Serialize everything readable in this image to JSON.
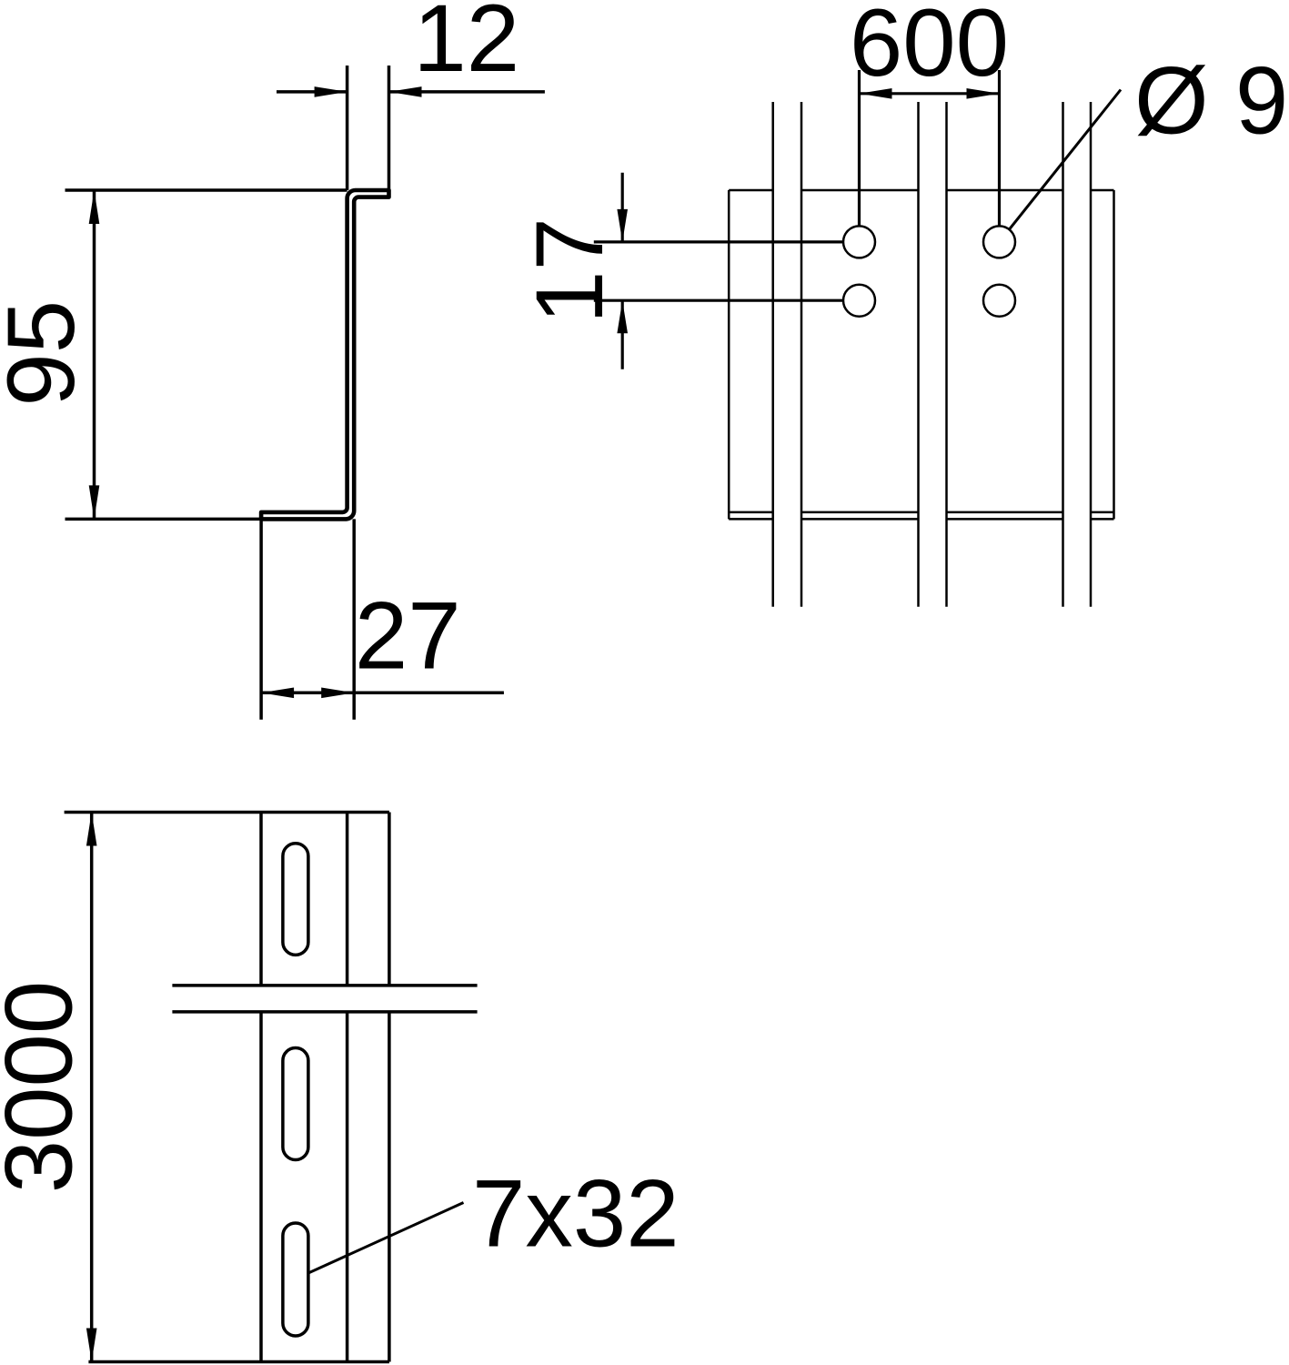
{
  "drawing": {
    "type": "technical dimensional drawing",
    "background_color": "#ffffff",
    "line_color": "#000000",
    "views": {
      "side_view": {
        "name": "profile cross-section (Z-profile side view)",
        "dim_top_flange_width": "12",
        "dim_height": "95",
        "dim_bottom_flange_width": "27"
      },
      "front_view": {
        "name": "mounting front view with rails and holes",
        "dim_rail_spacing": "600",
        "dim_hole_diameter": "Ø 9",
        "dim_hole_row_offset": "17",
        "hole_count": 4,
        "rail_count": 3
      },
      "length_view": {
        "name": "rail length view with slotted holes",
        "dim_length": "3000",
        "dim_slot_size": "7x32",
        "slot_count": 3
      }
    }
  }
}
